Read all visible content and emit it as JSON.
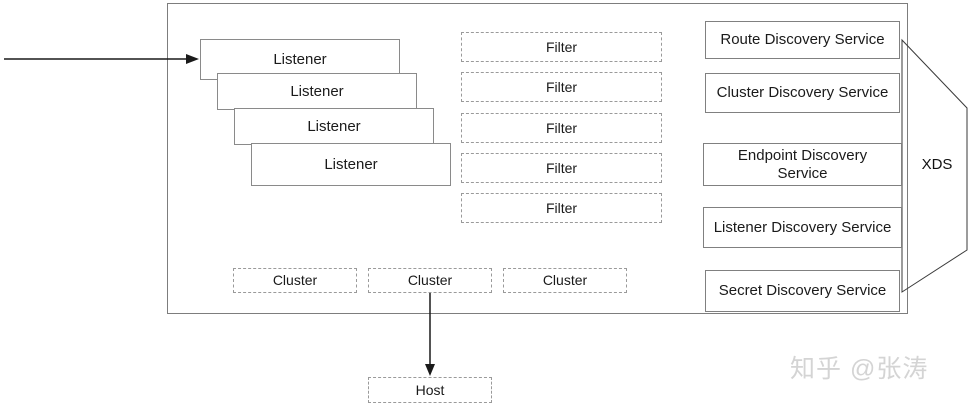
{
  "diagram": {
    "listeners": [
      "Listener",
      "Listener",
      "Listener",
      "Listener"
    ],
    "filters": [
      "Filter",
      "Filter",
      "Filter",
      "Filter",
      "Filter"
    ],
    "clusters": [
      "Cluster",
      "Cluster",
      "Cluster"
    ],
    "discovery_services": [
      "Route Discovery Service",
      "Cluster Discovery Service",
      "Endpoint Discovery Service",
      "Listener Discovery Service",
      "Secret Discovery Service"
    ],
    "xds_label": "XDS",
    "host_label": "Host",
    "watermark": "知乎 @张涛",
    "colors": {
      "solid_border": "#8a8a8a",
      "dashed_border": "#9a9a9a",
      "arrow": "#1a1a1a",
      "watermark": "#d4d4d4",
      "background": "#ffffff"
    }
  }
}
